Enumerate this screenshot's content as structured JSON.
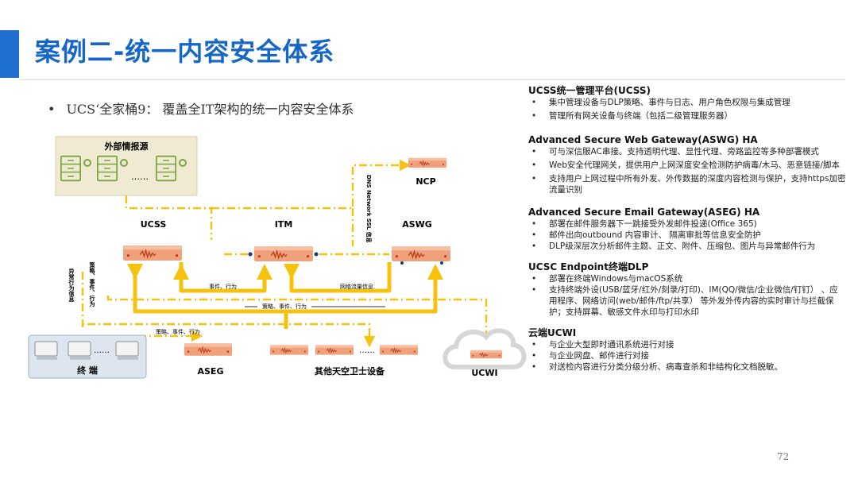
{
  "slide": {
    "title": "案例二-统一内容安全体系",
    "subtitle": "UCS‘全家桶9： 覆盖全IT架构的统一内容安全体系",
    "page_number": "72"
  },
  "diagram": {
    "threat_source_label": "外部情报源",
    "ellipsis": "……",
    "ucss_label": "UCSS",
    "itm_label": "ITM",
    "aswg_label": "ASWG",
    "ncp_label": "NCP",
    "aseg_label": "ASEG",
    "ucwi_label": "UCWI",
    "other_devices_label": "其他天空卫士设备",
    "endpoint_label": "终 端",
    "dns_label": "DNS Network SSL 信息",
    "events_behavior_label": "事件、行为",
    "network_traffic_label": "网络流量信息",
    "policy_events_behavior_label": "策略、事件、行为",
    "left_vertical_1": "异常行为信息",
    "left_vertical_2": "策略、事件、行为",
    "colors": {
      "yellow": "#f5c30f",
      "orange": "#e8703a",
      "green": "#77a441",
      "blue_dark": "#1e3a6e",
      "beige": "#f1ead2",
      "endpoint_bg": "#dde6ef"
    }
  },
  "right_panel": {
    "sections": [
      {
        "title": "UCSS统一管理平台(UCSS)",
        "bullets": [
          "集中管理设备与DLP策略、事件与日志、用户角色权限与集成管理",
          "管理所有网关设备与终端（包括二级管理服务器）"
        ]
      },
      {
        "title": "Advanced Secure Web Gateway(ASWG)  HA",
        "bullets": [
          "可与深信服AC串接。支持透明代理、显性代理、旁路监控等多种部署模式",
          "Web安全代理网关，提供用户上网深度安全检测防护病毒/木马、恶意链接/脚本",
          "支持用户上网过程中所有外发、外传数据的深度内容检测与保护，支持https加密流量识别"
        ]
      },
      {
        "title": "Advanced Secure Email Gateway(ASEG) HA",
        "bullets": [
          "部署在邮件服务器下一跳接受外发邮件投递(Office 365)",
          "邮件出向outbound 内容审计、 隔离审批等信息安全防护",
          "DLP级深层次分析邮件主题、正文、附件、压缩包、图片与异常邮件行为"
        ]
      },
      {
        "title": "UCSC Endpoint终端DLP",
        "bullets": [
          "部署在终端Windows与macOS系统",
          "支持终端外设(USB/蓝牙/红外/刻录/打印)、IM(QQ/微信/企业微信/钉钉） 、应用程序、网络访问(web/邮件/ftp/共享） 等外发外传内容的实时审计与拦截保护；支持屏幕、敏感文件水印与打印水印"
        ]
      },
      {
        "title": "云端UCWI",
        "bullets": [
          "与企业大型即时通讯系统进行对接",
          "与企业网盘、邮件进行对接",
          "对送检内容进行分类分级分析、病毒查杀和非结构化文档脱敏。"
        ]
      }
    ]
  }
}
